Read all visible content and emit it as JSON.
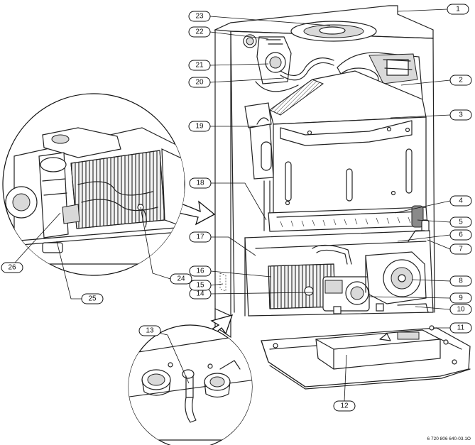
{
  "callouts": [
    {
      "id": "1",
      "label": "1"
    },
    {
      "id": "2",
      "label": "2"
    },
    {
      "id": "3",
      "label": "3"
    },
    {
      "id": "4",
      "label": "4"
    },
    {
      "id": "5",
      "label": "5"
    },
    {
      "id": "6",
      "label": "6"
    },
    {
      "id": "7",
      "label": "7"
    },
    {
      "id": "8",
      "label": "8"
    },
    {
      "id": "9",
      "label": "9"
    },
    {
      "id": "10",
      "label": "10"
    },
    {
      "id": "11",
      "label": "11"
    },
    {
      "id": "12",
      "label": "12"
    },
    {
      "id": "13",
      "label": "13"
    },
    {
      "id": "14",
      "label": "14"
    },
    {
      "id": "15",
      "label": "15"
    },
    {
      "id": "16",
      "label": "16"
    },
    {
      "id": "17",
      "label": "17"
    },
    {
      "id": "18",
      "label": "18"
    },
    {
      "id": "19",
      "label": "19"
    },
    {
      "id": "20",
      "label": "20"
    },
    {
      "id": "21",
      "label": "21"
    },
    {
      "id": "22",
      "label": "22"
    },
    {
      "id": "23",
      "label": "23"
    },
    {
      "id": "24",
      "label": "24"
    },
    {
      "id": "25",
      "label": "25"
    },
    {
      "id": "26",
      "label": "26"
    }
  ],
  "document_reference": "6 720 806 640-03.1O"
}
